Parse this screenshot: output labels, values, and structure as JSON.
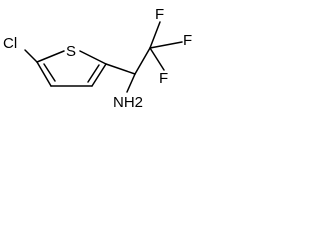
{
  "molecule": {
    "atoms": {
      "chlorine": "Cl",
      "sulfur": "S",
      "fluorine_top": "F",
      "fluorine_right": "F",
      "fluorine_bottom": "F",
      "amine": "NH2"
    }
  }
}
